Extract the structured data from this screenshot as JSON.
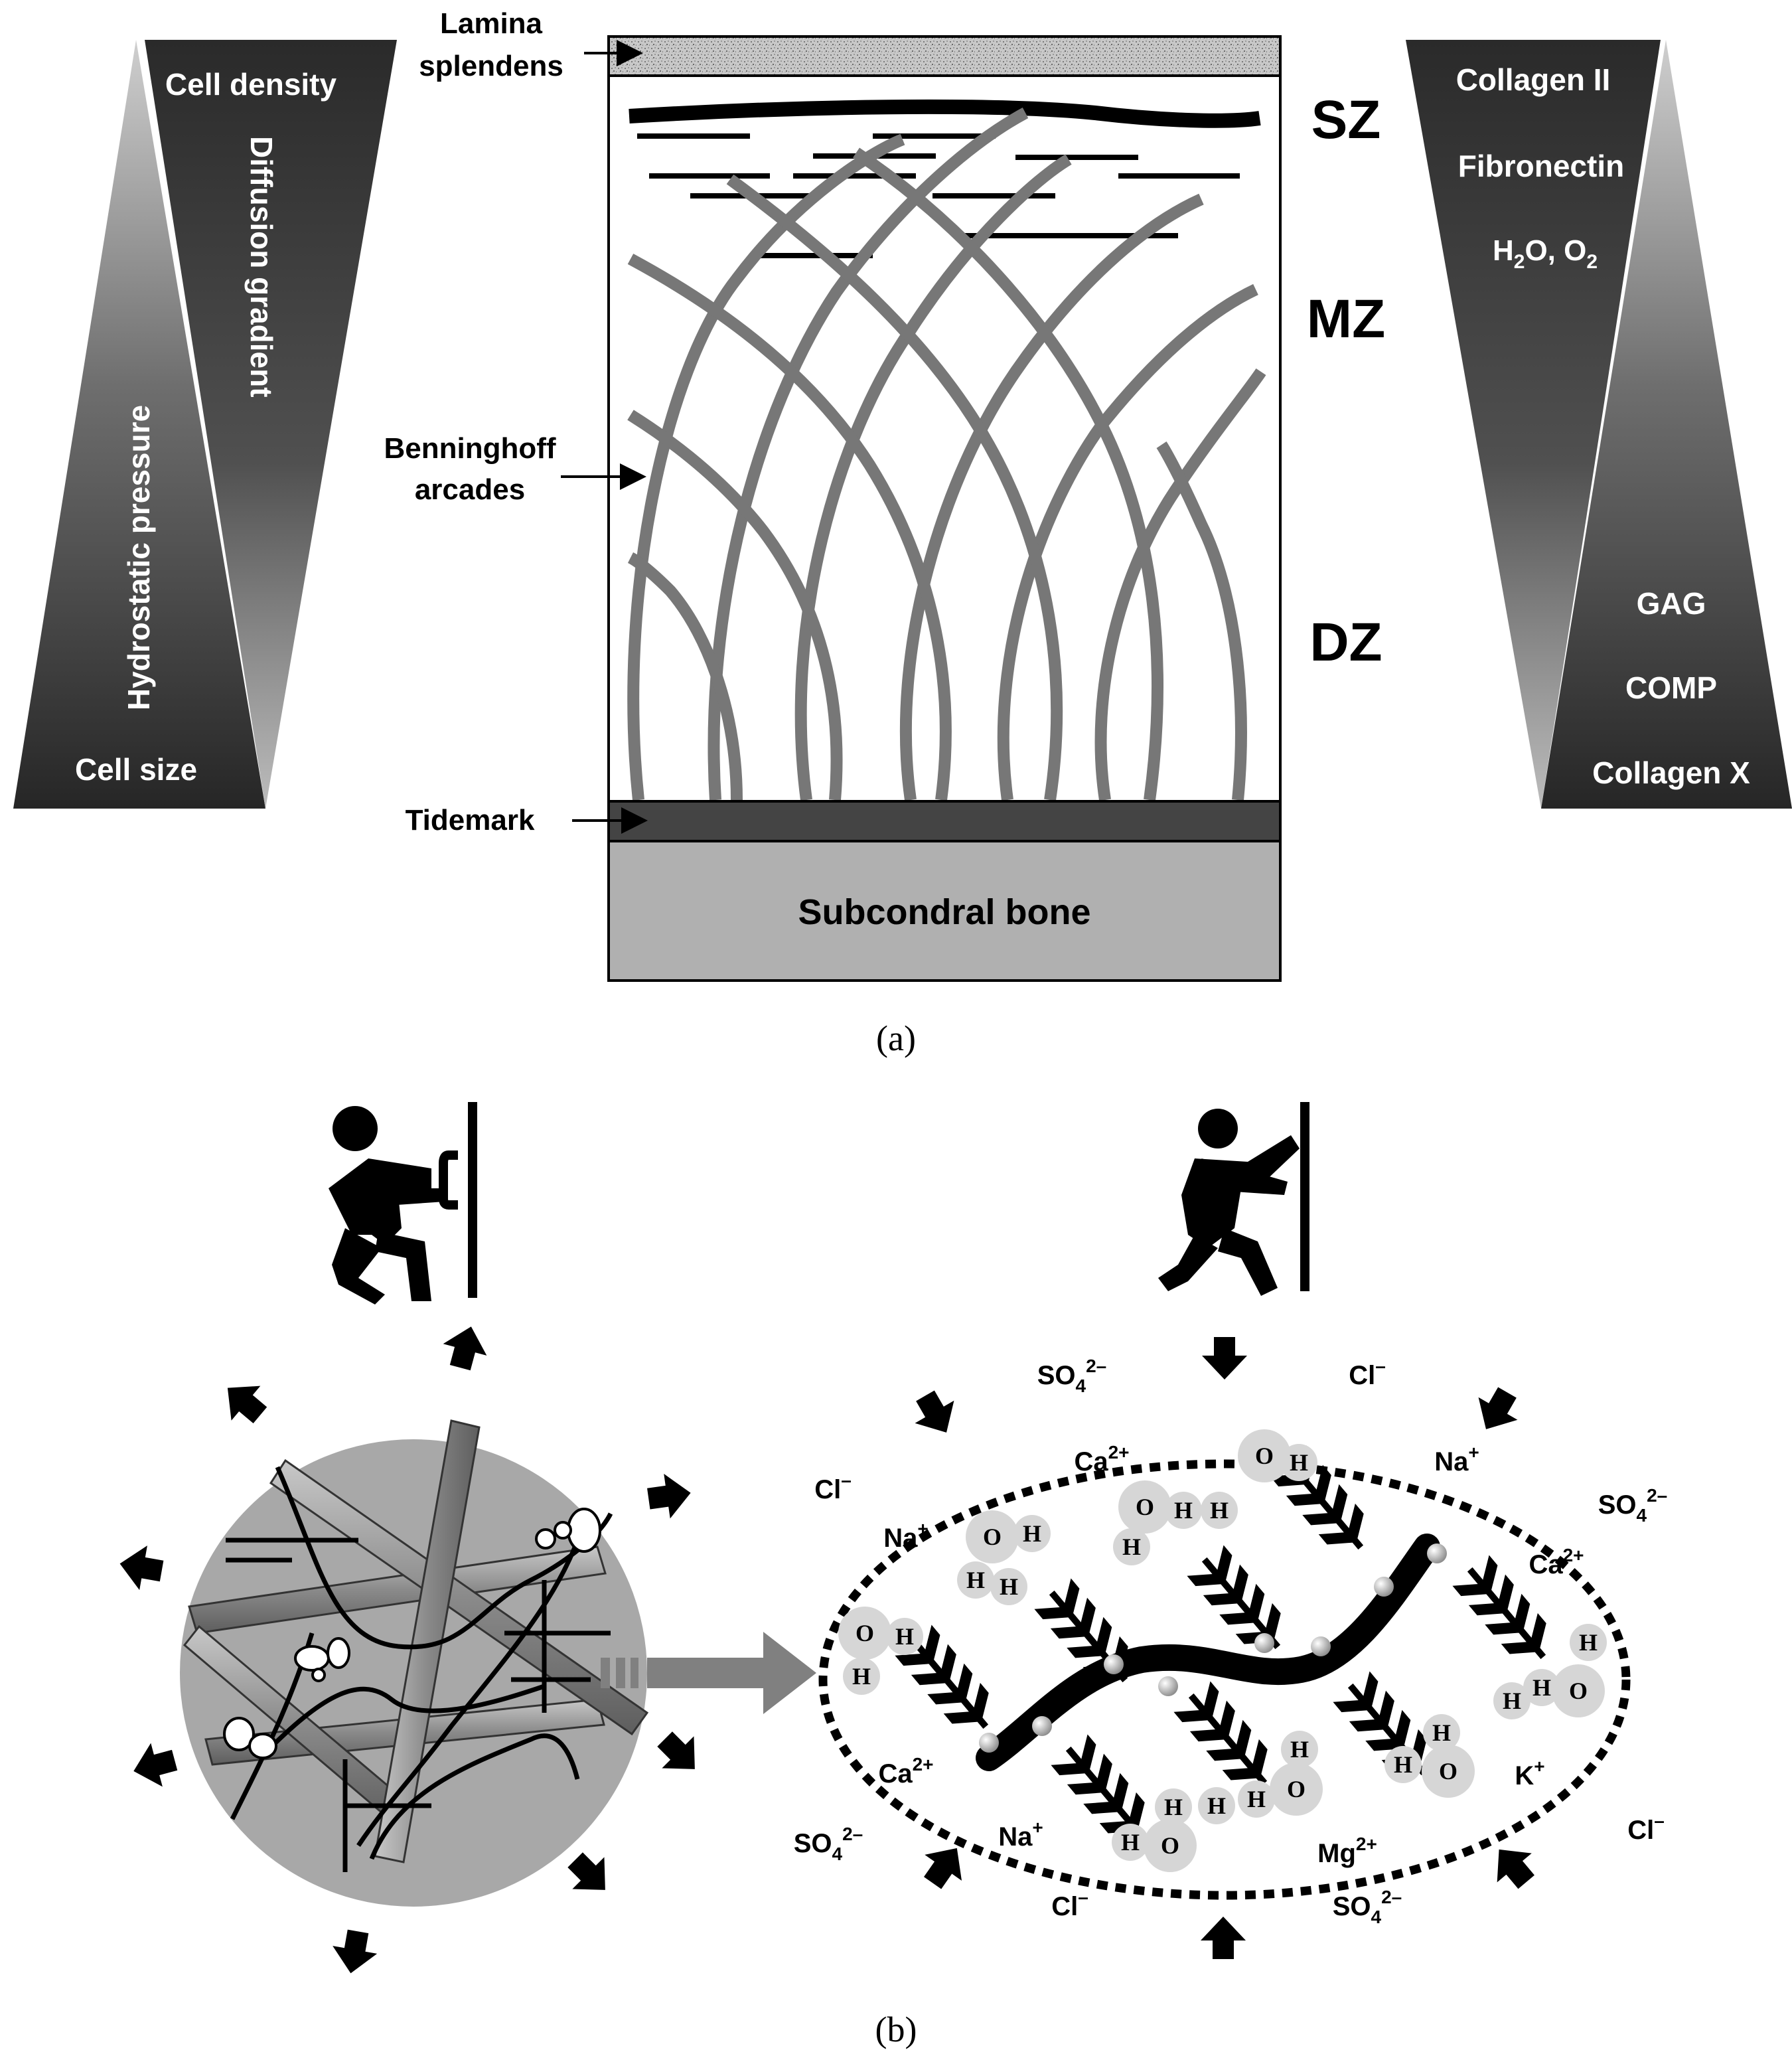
{
  "colors": {
    "ink": "#000000",
    "dark_panel": "#333333",
    "fiber_gray": "#777777",
    "tidemark": "#444444",
    "bone": "#b0b0b0",
    "sphere": "#a8a8a8",
    "water_circle": "#d6d6d6",
    "arrow_gray": "#808080"
  },
  "icons": [
    "person-pulling-handle-icon",
    "person-pushing-wall-icon",
    "arrow-icon"
  ],
  "panel_a": {
    "caption": "(a)",
    "left_wedge_outer": {
      "top_label": "Cell density",
      "bottom_label": "Cell size",
      "vertical_label": "Hydrostatic pressure"
    },
    "left_wedge_inner": {
      "vertical_label": "Diffusion gradient"
    },
    "right_wedge_outer": {
      "labels": [
        "Collagen II",
        "Fibronectin"
      ],
      "h2o_o2": [
        "H",
        "2",
        "O, O",
        "2"
      ]
    },
    "right_wedge_inner": {
      "labels": [
        "GAG",
        "COMP",
        "Collagen X"
      ]
    },
    "callouts": {
      "lamina": [
        "Lamina",
        "splendens"
      ],
      "benninghoff": [
        "Benninghoff",
        "arcades"
      ],
      "tidemark": "Tidemark"
    },
    "zones": [
      "SZ",
      "MZ",
      "DZ"
    ],
    "bone_label": "Subcondral bone"
  },
  "panel_b": {
    "caption": "(b)",
    "ions": [
      {
        "base": "SO",
        "sub": "4",
        "sup": "2–"
      },
      {
        "base": "Cl",
        "sup": "–"
      },
      {
        "base": "Ca",
        "sup": "2+"
      },
      {
        "base": "Na",
        "sup": "+"
      },
      {
        "base": "Cl",
        "sup": "–"
      },
      {
        "base": "Na",
        "sup": "+"
      },
      {
        "base": "SO",
        "sub": "4",
        "sup": "2–"
      },
      {
        "base": "Ca",
        "sup": "2+"
      },
      {
        "base": "Ca",
        "sup": "2+"
      },
      {
        "base": "K",
        "sup": "+"
      },
      {
        "base": "SO",
        "sub": "4",
        "sup": "2–"
      },
      {
        "base": "Na",
        "sup": "+"
      },
      {
        "base": "Mg",
        "sup": "2+"
      },
      {
        "base": "Cl",
        "sup": "–"
      },
      {
        "base": "Cl",
        "sup": "–"
      },
      {
        "base": "SO",
        "sub": "4",
        "sup": "2–"
      }
    ],
    "oxygen": "O",
    "hydrogen": "H"
  }
}
